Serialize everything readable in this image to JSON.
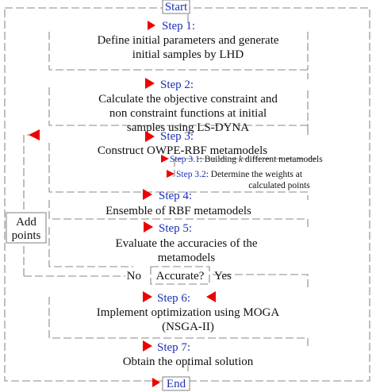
{
  "flowchart": {
    "start": "Start",
    "end": "End",
    "steps": [
      {
        "label": "Step 1:",
        "lines": [
          "Define initial parameters and generate",
          "initial samples by LHD"
        ]
      },
      {
        "label": "Step 2:",
        "lines": [
          "Calculate the objective constraint and",
          "non constraint functions at initial",
          "samples using LS-DYNA"
        ]
      },
      {
        "label": "Step 3:",
        "lines": [
          "Construct OWPE-RBF metamodels"
        ]
      },
      {
        "label": "Step 4:",
        "lines": [
          "Ensemble of RBF metamodels"
        ]
      },
      {
        "label": "Step 5:",
        "lines": [
          "Evaluate the accuracies of the",
          "metamodels"
        ]
      },
      {
        "label": "Step 6:",
        "lines": [
          "Implement optimization using MOGA",
          "(NSGA-II)"
        ]
      },
      {
        "label": "Step 7:",
        "lines": [
          "Obtain the optimal solution"
        ]
      }
    ],
    "substeps": [
      {
        "label": "Step 3.1",
        "prefix": ": Building ",
        "italic": "k",
        "suffix": " different metamodels"
      },
      {
        "label": "Step 3.2",
        "lines": [
          ": Determine the weights at",
          "calculated points"
        ]
      }
    ],
    "decision": {
      "label": "Accurate?",
      "no": "No",
      "yes": "Yes"
    },
    "loop_box": [
      "Add",
      "points"
    ]
  }
}
